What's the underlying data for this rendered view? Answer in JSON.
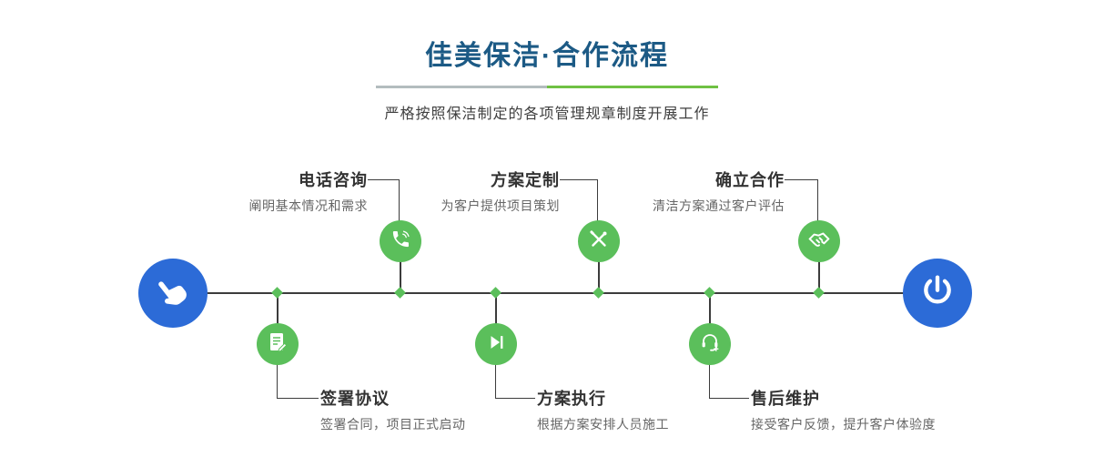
{
  "header": {
    "title": "佳美保洁·合作流程",
    "subtitle": "严格按照保洁制定的各项管理规章制度开展工作"
  },
  "colors": {
    "title_blue": "#1c5a85",
    "endpoint_blue": "#2c6bd7",
    "node_green": "#5bbf5b",
    "line_dark": "#3c3c3c",
    "divider_gray": "#b3bcbe",
    "divider_green": "#6fc143"
  },
  "timeline": {
    "start": {
      "icon": "pointing-hand-icon"
    },
    "end": {
      "icon": "power-icon"
    }
  },
  "steps": [
    {
      "title": "电话咨询",
      "desc": "阐明基本情况和需求",
      "icon": "phone-call-icon",
      "side": "top"
    },
    {
      "title": "方案定制",
      "desc": "为客户提供项目策划",
      "icon": "design-tools-icon",
      "side": "top"
    },
    {
      "title": "确立合作",
      "desc": "清洁方案通过客户评估",
      "icon": "handshake-icon",
      "side": "top"
    },
    {
      "title": "签署协议",
      "desc": "签署合同，项目正式启动",
      "icon": "contract-sign-icon",
      "side": "bottom"
    },
    {
      "title": "方案执行",
      "desc": "根据方案安排人员施工",
      "icon": "play-execute-icon",
      "side": "bottom"
    },
    {
      "title": "售后维护",
      "desc": "接受客户反馈，提升客户体验度",
      "icon": "headset-support-icon",
      "side": "bottom"
    }
  ]
}
